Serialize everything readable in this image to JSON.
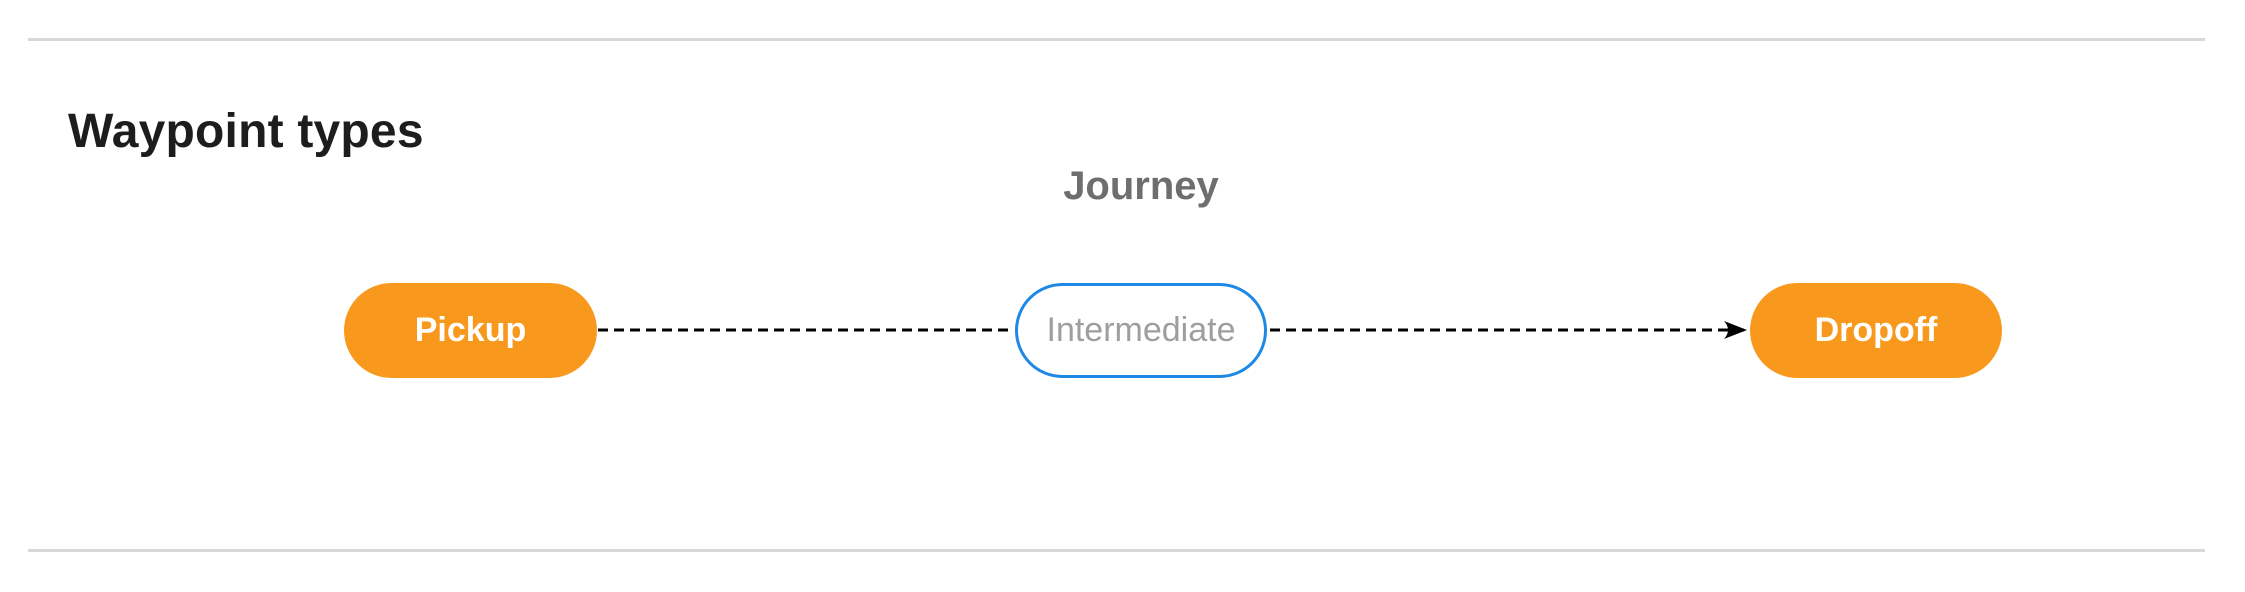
{
  "section": {
    "title": "Waypoint types"
  },
  "diagram": {
    "title": "Journey",
    "nodes": [
      {
        "id": "pickup",
        "label": "Pickup",
        "kind": "terminal"
      },
      {
        "id": "intermediate",
        "label": "Intermediate",
        "kind": "intermediate"
      },
      {
        "id": "dropoff",
        "label": "Dropoff",
        "kind": "terminal"
      }
    ],
    "edges": [
      {
        "from": "pickup",
        "to": "intermediate",
        "style": "dashed",
        "arrowhead": false
      },
      {
        "from": "intermediate",
        "to": "dropoff",
        "style": "dashed",
        "arrowhead": true
      }
    ],
    "colors": {
      "terminal_fill": "#F8991D",
      "terminal_label": "#FFFFFF",
      "intermediate_border": "#1E88E5",
      "intermediate_label": "#9E9E9E",
      "edge_stroke": "#000000",
      "diagram_title_text": "#6E6E6E",
      "section_title_text": "#1D1D1D",
      "divider": "#D8D8D8"
    }
  }
}
